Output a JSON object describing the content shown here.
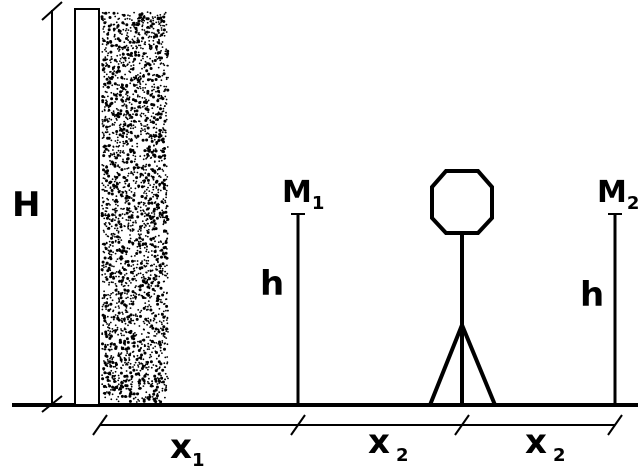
{
  "labels": {
    "tower_height": "H",
    "point1": "M",
    "point1_sub": "1",
    "point2": "M",
    "point2_sub": "2",
    "pole1_height": "h",
    "pole2_height": "h",
    "dist1": "x",
    "dist1_sub": "1",
    "dist2": "x",
    "dist2_sub": "2",
    "dist3": "x",
    "dist3_sub": "2"
  },
  "colors": {
    "ink": "#000000",
    "background": "#ffffff"
  }
}
